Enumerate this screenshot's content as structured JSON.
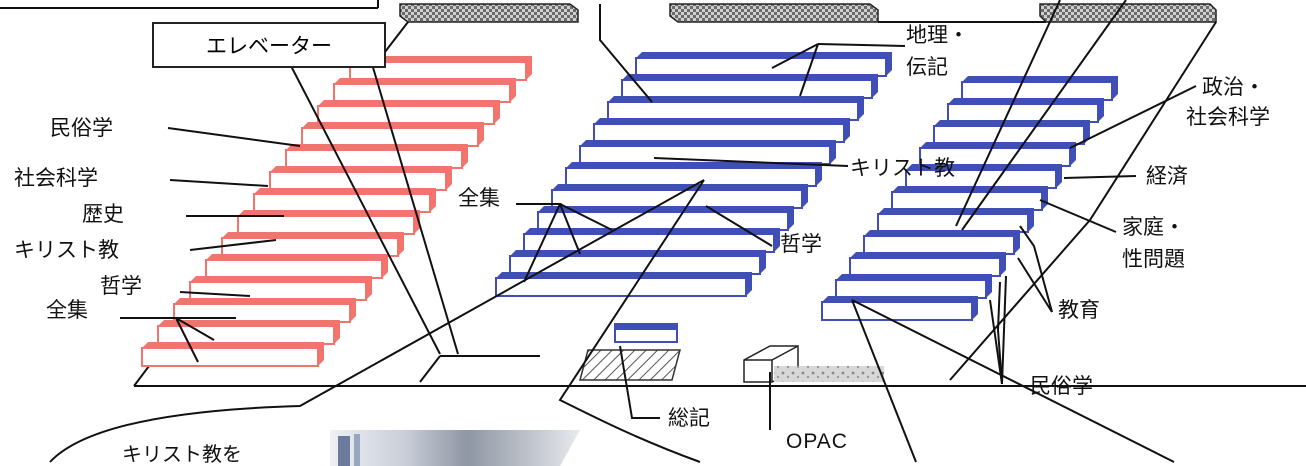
{
  "labels": {
    "elevator": "エレベーター",
    "left_shelf": {
      "folklore": "民俗学",
      "social_science": "社会科学",
      "history": "歴史",
      "christianity": "キリスト教",
      "philosophy": "哲学",
      "complete_works": "全集"
    },
    "middle_shelf": {
      "geography_biography": [
        "地理・",
        "伝記"
      ],
      "christianity": "キリスト教",
      "complete_works": "全集",
      "philosophy": "哲学",
      "general_works": "総記"
    },
    "right_shelf": {
      "politics_social_science": [
        "政治・",
        "社会科学"
      ],
      "economics": "経済",
      "home_sexuality": [
        "家庭・",
        "性問題"
      ],
      "education": "教育",
      "folklore": "民俗学"
    },
    "opac": "OPAC",
    "bubble_caption": "キリスト教を"
  },
  "colors": {
    "left_shelf": "#f2756d",
    "middle_shelf": "#3f4fb5",
    "right_shelf": "#3f4fb5",
    "lines": "#111111",
    "hatch": "#555555"
  }
}
